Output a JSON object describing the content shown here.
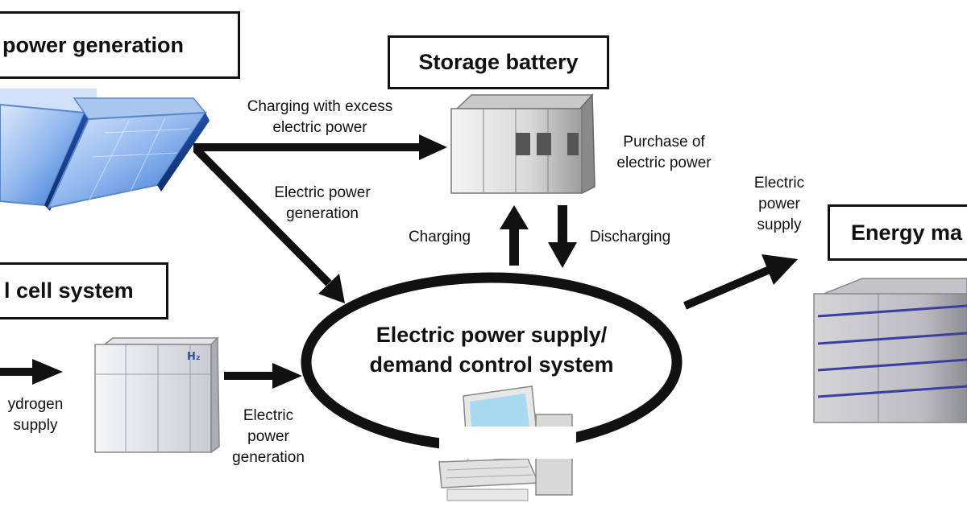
{
  "boxes": {
    "solar": "power generation",
    "storage": "Storage battery",
    "fuel_cell": "l cell system",
    "energy": "Energy ma"
  },
  "center": {
    "line1": "Electric power supply/",
    "line2": "demand control system"
  },
  "labels": {
    "charging_excess": [
      "Charging with excess",
      "electric power"
    ],
    "purchase": [
      "Purchase of",
      "electric power"
    ],
    "solar_generation": [
      "Electric power",
      "generation"
    ],
    "charging": "Charging",
    "discharging": "Discharging",
    "supply": [
      "Electric",
      "power",
      "supply"
    ],
    "hydrogen": [
      "ydrogen",
      "supply"
    ],
    "fuel_generation": [
      "Electric",
      "power",
      "generation"
    ]
  },
  "fuel_cell_badge": "H₂"
}
